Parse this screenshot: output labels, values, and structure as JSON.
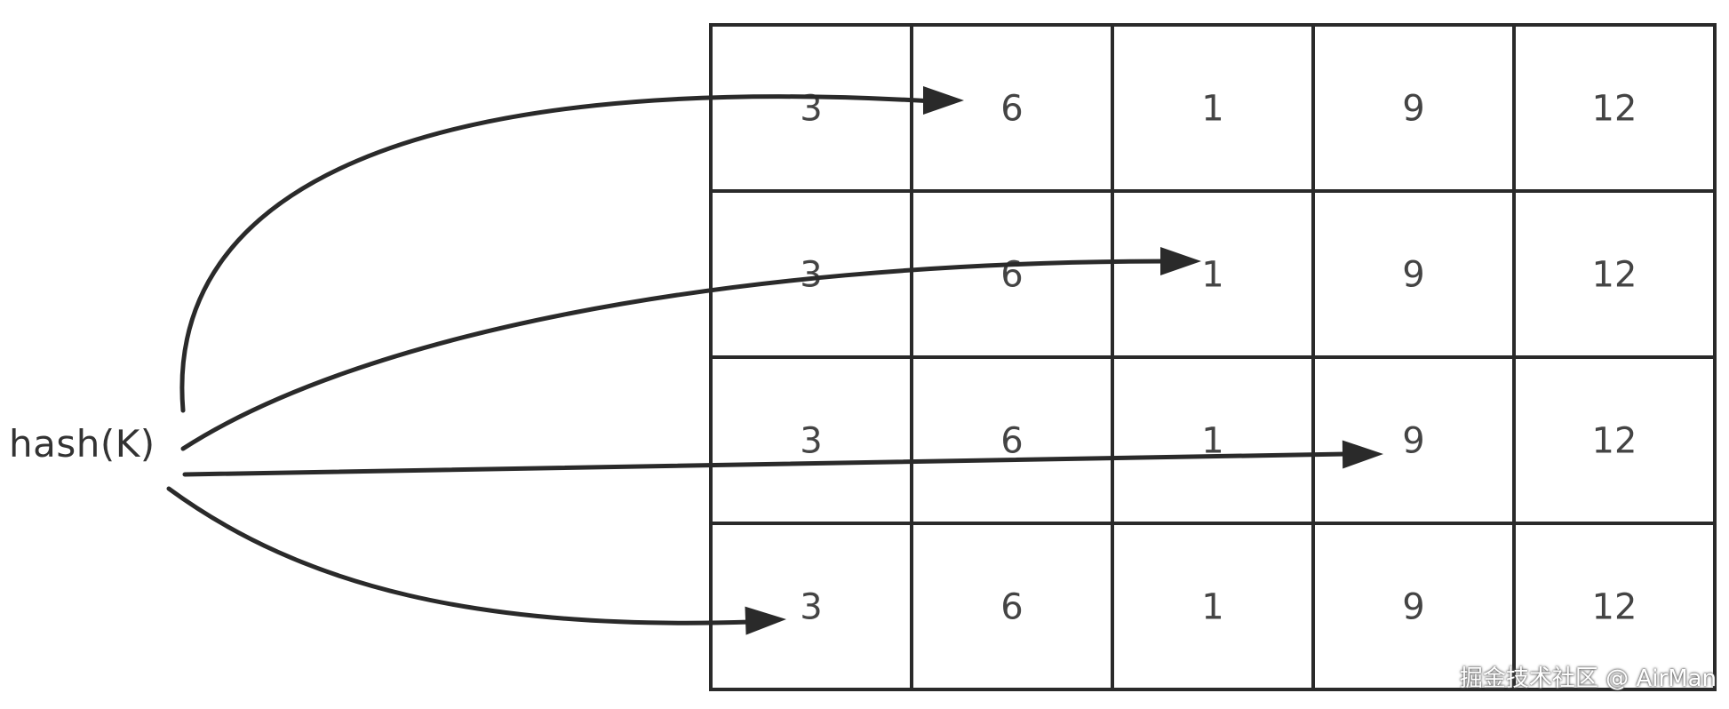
{
  "hash_label": "hash(K)",
  "watermark": "掘金技术社区 @ AirMan",
  "colors": {
    "line": "#2a2a2a",
    "cell_text": "#444444"
  },
  "grid": {
    "rows": [
      [
        "3",
        "6",
        "1",
        "9",
        "12"
      ],
      [
        "3",
        "6",
        "1",
        "9",
        "12"
      ],
      [
        "3",
        "6",
        "1",
        "9",
        "12"
      ],
      [
        "3",
        "6",
        "1",
        "9",
        "12"
      ]
    ]
  },
  "arrows": [
    {
      "name": "arrow-to-row1-col2",
      "target_row": 1,
      "target_col": 2
    },
    {
      "name": "arrow-to-row2-col3",
      "target_row": 2,
      "target_col": 3
    },
    {
      "name": "arrow-to-row3-col4",
      "target_row": 3,
      "target_col": 4
    },
    {
      "name": "arrow-to-row4-col1",
      "target_row": 4,
      "target_col": 1
    }
  ]
}
